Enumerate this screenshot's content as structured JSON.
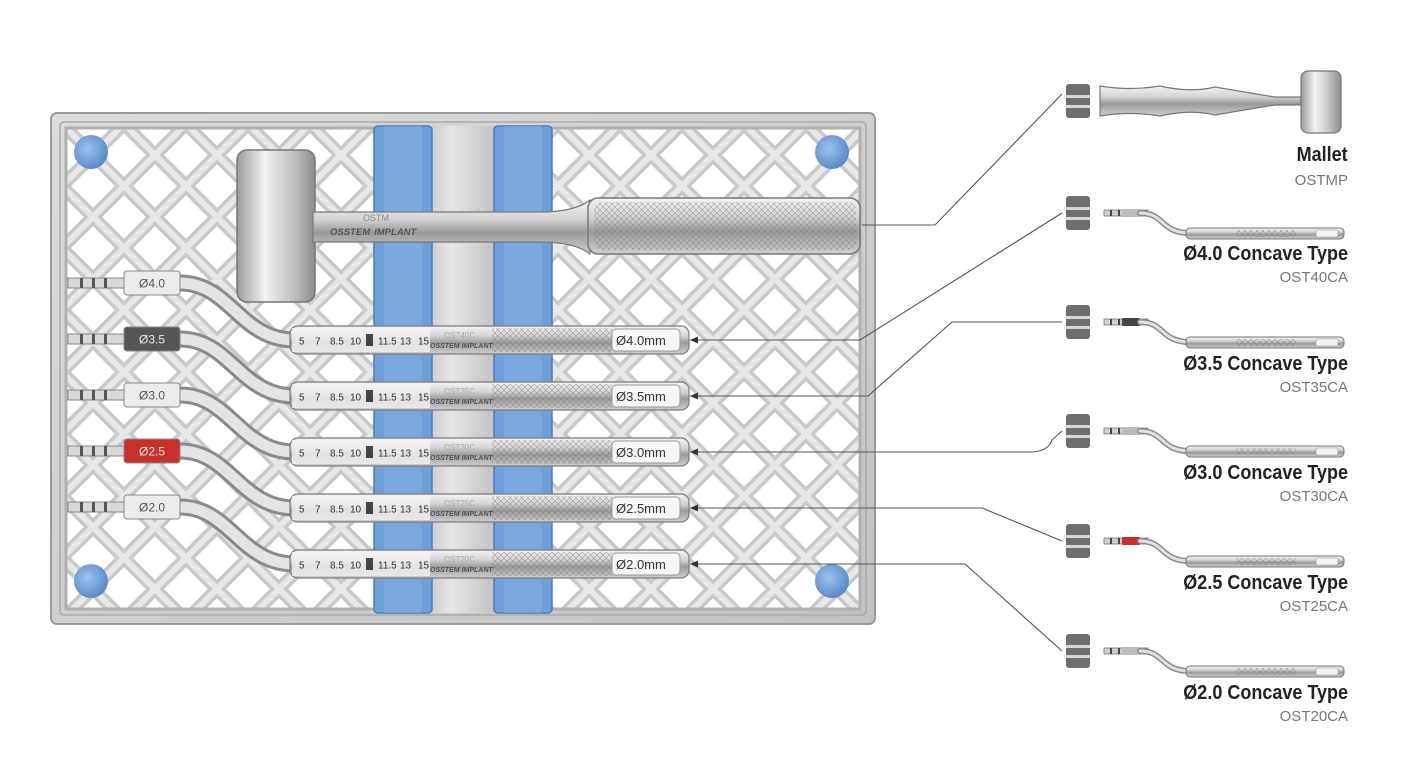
{
  "brand": {
    "text": "OSSTEM",
    "suffix": "IMPLANT",
    "mallet_code": "OSTM"
  },
  "colors": {
    "accent_blue": "#6f9fd8",
    "color_band_red": "#c8302a",
    "color_band_dark": "#555555"
  },
  "scale_marks": [
    "5",
    "7",
    "8.5",
    "10",
    "11.5",
    "13",
    "15"
  ],
  "tray_tools": [
    {
      "tip_label": "Ø4.0",
      "size_label": "Ø4.0mm",
      "code_label": "OST40C",
      "tip_color": "#ececec"
    },
    {
      "tip_label": "Ø3.5",
      "size_label": "Ø3.5mm",
      "code_label": "OST35C",
      "tip_color": "#555555"
    },
    {
      "tip_label": "Ø3.0",
      "size_label": "Ø3.0mm",
      "code_label": "OST30C",
      "tip_color": "#ececec"
    },
    {
      "tip_label": "Ø2.5",
      "size_label": "Ø2.5mm",
      "code_label": "OST25C",
      "tip_color": "#c8302a"
    },
    {
      "tip_label": "Ø2.0",
      "size_label": "Ø2.0mm",
      "code_label": "OST20C",
      "tip_color": "#ececec"
    }
  ],
  "legend": [
    {
      "name": "Mallet",
      "code": "OSTMP",
      "kind": "mallet"
    },
    {
      "name": "Ø4.0 Concave Type",
      "code": "OST40CA",
      "kind": "osteotome",
      "band_color": "#bbbbbb"
    },
    {
      "name": "Ø3.5 Concave Type",
      "code": "OST35CA",
      "kind": "osteotome",
      "band_color": "#444444"
    },
    {
      "name": "Ø3.0 Concave Type",
      "code": "OST30CA",
      "kind": "osteotome",
      "band_color": "#bbbbbb"
    },
    {
      "name": "Ø2.5 Concave Type",
      "code": "OST25CA",
      "kind": "osteotome",
      "band_color": "#c8302a"
    },
    {
      "name": "Ø2.0 Concave Type",
      "code": "OST20CA",
      "kind": "osteotome",
      "band_color": "#bbbbbb"
    }
  ]
}
